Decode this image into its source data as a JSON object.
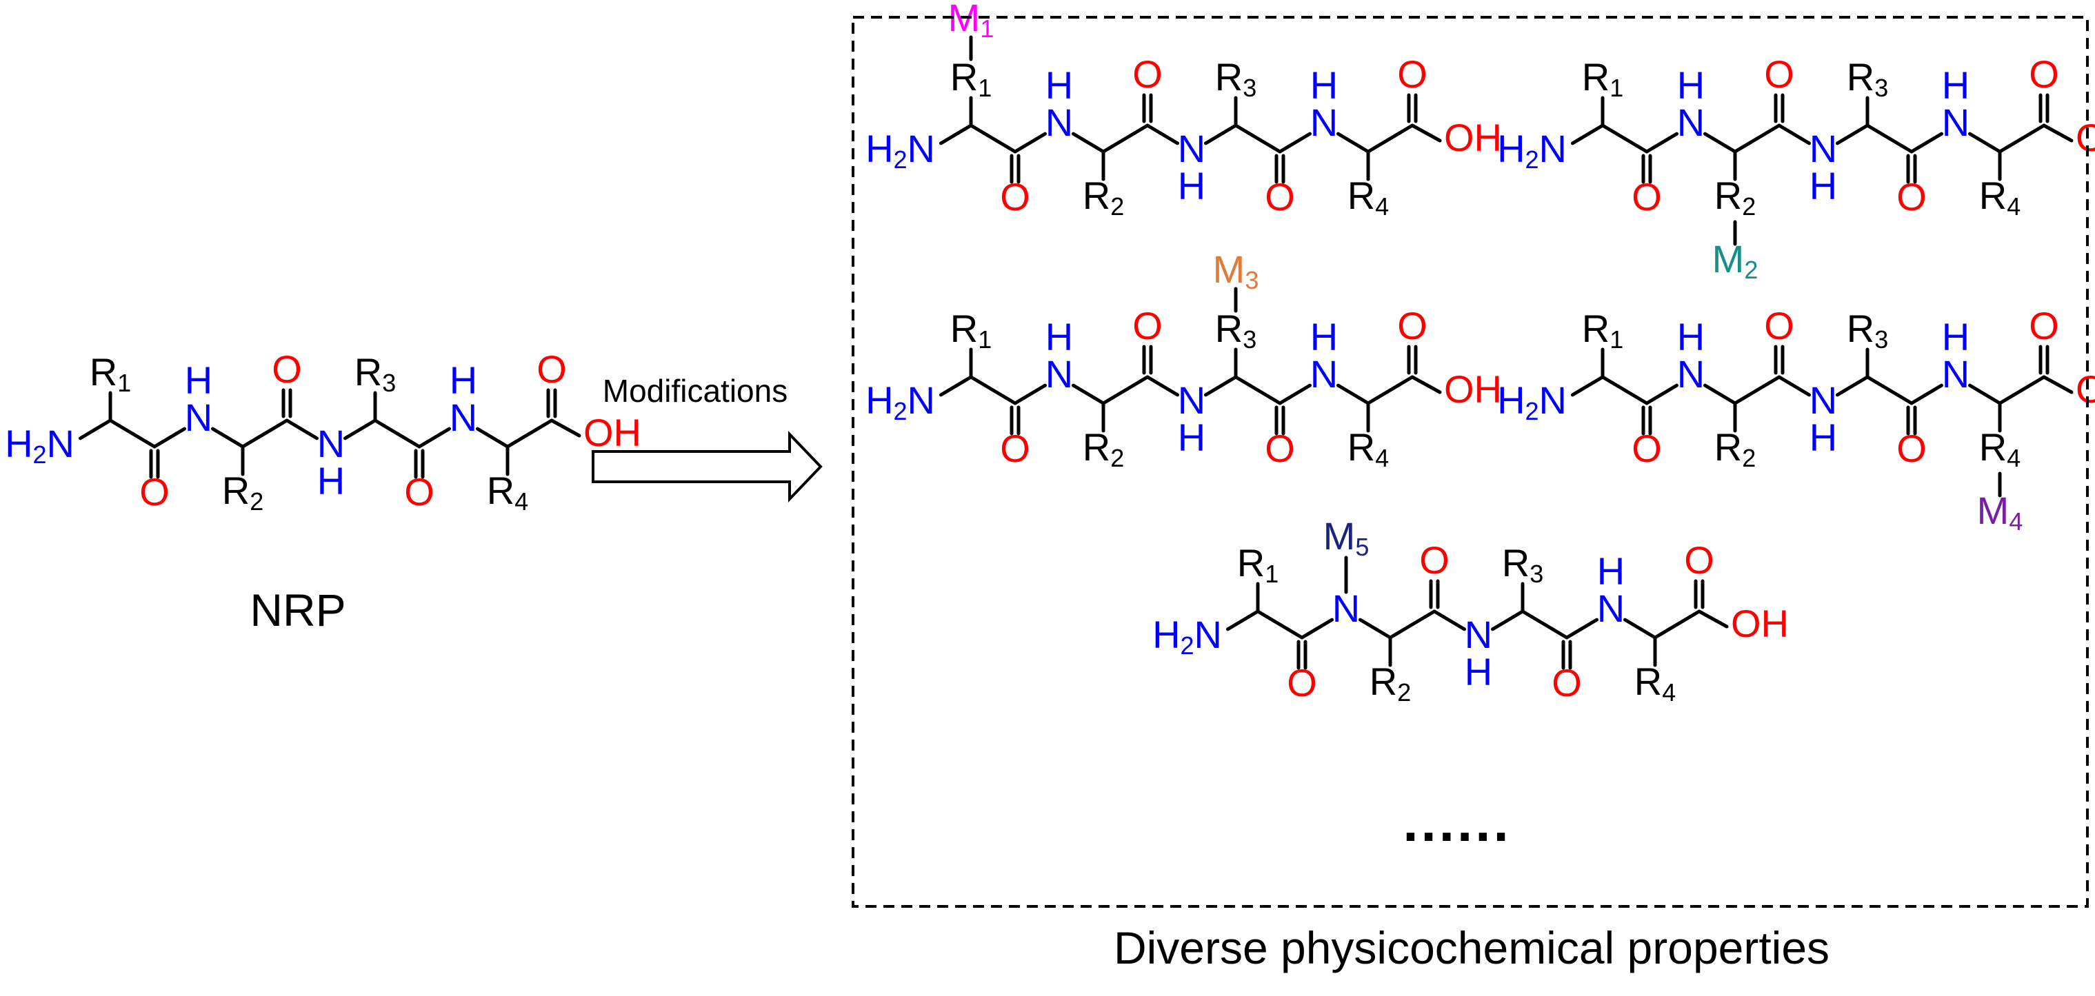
{
  "colors": {
    "nitrogen": "#0000ff",
    "oxygen": "#ff0000",
    "carbon_bonds": "#000000",
    "M1": "#ff00ff",
    "M2": "#158f87",
    "M3": "#e07b39",
    "M4": "#7a1fa2",
    "M5": "#1a237e"
  },
  "labels": {
    "nrp": "NRP",
    "modifications": "Modifications",
    "diverse": "Diverse physicochemical properties",
    "ellipsis": "......"
  },
  "atoms": {
    "H2N": "H",
    "H2N_sub": "2",
    "H2N_N": "N",
    "N": "N",
    "H": "H",
    "O": "O",
    "OH": "OH",
    "R": "R",
    "M": "M"
  },
  "residue_subscripts": [
    "1",
    "2",
    "3",
    "4",
    "5"
  ]
}
